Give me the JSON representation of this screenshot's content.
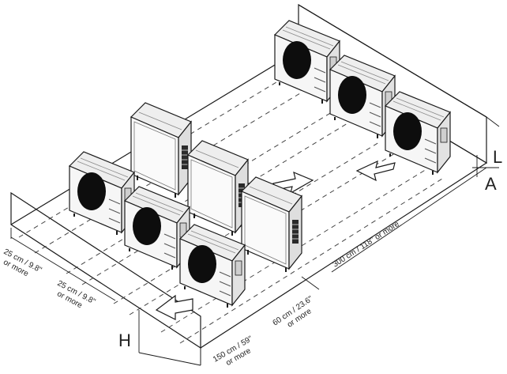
{
  "labels": {
    "side_gap_1": "25 cm / 9.8\"",
    "side_gap_1_more": "or more",
    "side_gap_2": "25 cm / 9.8\"",
    "side_gap_2_more": "or more",
    "front_gap": "60 cm / 23.6\"",
    "front_gap_more": "or more",
    "back_gap": "150 cm / 59\"",
    "back_gap_more": "or more",
    "length_gap": "300 cm / 118\" or more",
    "height_letter": "H",
    "length_letter": "L",
    "aside_letter": "A"
  },
  "colors": {
    "line": "#1a1a1a",
    "dash": "#444444",
    "fan": "#0d0d0d",
    "unit_fill": "#f4f4f4"
  },
  "units": [
    {
      "type": "fan",
      "name": "outdoor-unit-back-1"
    },
    {
      "type": "fan",
      "name": "outdoor-unit-back-2"
    },
    {
      "type": "fan",
      "name": "outdoor-unit-back-3"
    },
    {
      "type": "panel",
      "name": "outdoor-unit-middle-1"
    },
    {
      "type": "panel",
      "name": "outdoor-unit-middle-2"
    },
    {
      "type": "panel",
      "name": "outdoor-unit-middle-3"
    },
    {
      "type": "fan",
      "name": "outdoor-unit-front-1"
    },
    {
      "type": "fan",
      "name": "outdoor-unit-front-2"
    },
    {
      "type": "fan",
      "name": "outdoor-unit-front-3"
    }
  ]
}
